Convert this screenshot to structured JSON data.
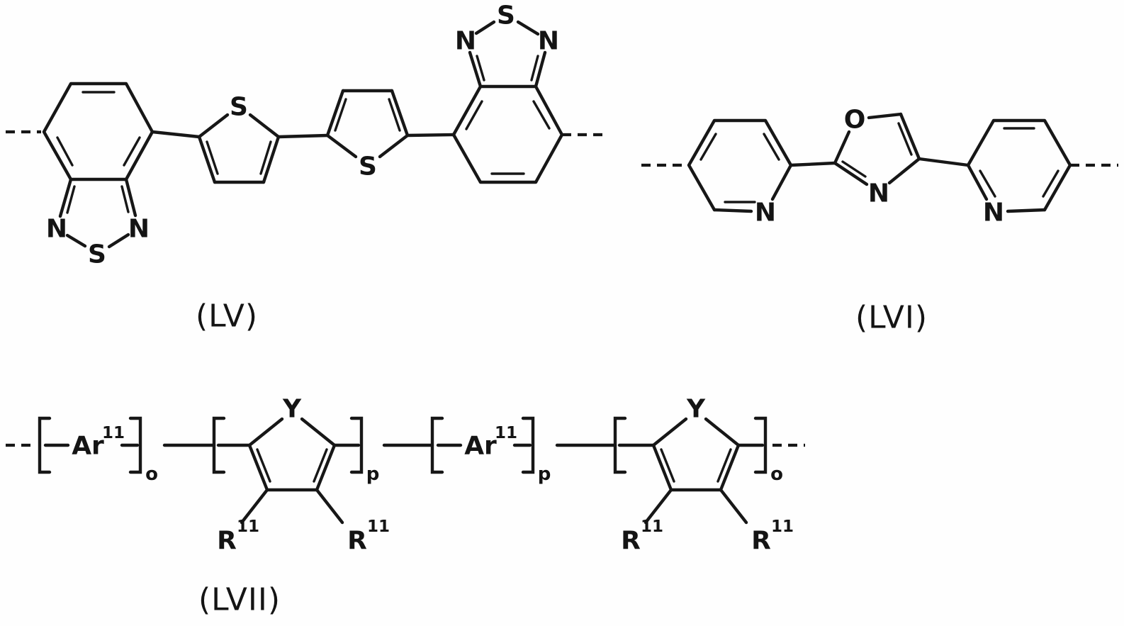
{
  "figure": {
    "structures": [
      {
        "id": "LV",
        "label": "(LV)"
      },
      {
        "id": "LVI",
        "label": "(LVI)"
      },
      {
        "id": "LVII",
        "label": "(LVII)"
      }
    ]
  },
  "atoms": {
    "sulfur": "S",
    "nitrogen": "N",
    "oxygen": "O",
    "y": "Y"
  },
  "groups": {
    "aryl": "Ar",
    "r_group": "R",
    "index_superscript": "11"
  },
  "repeat_subscripts": {
    "o": "o",
    "p": "p"
  }
}
